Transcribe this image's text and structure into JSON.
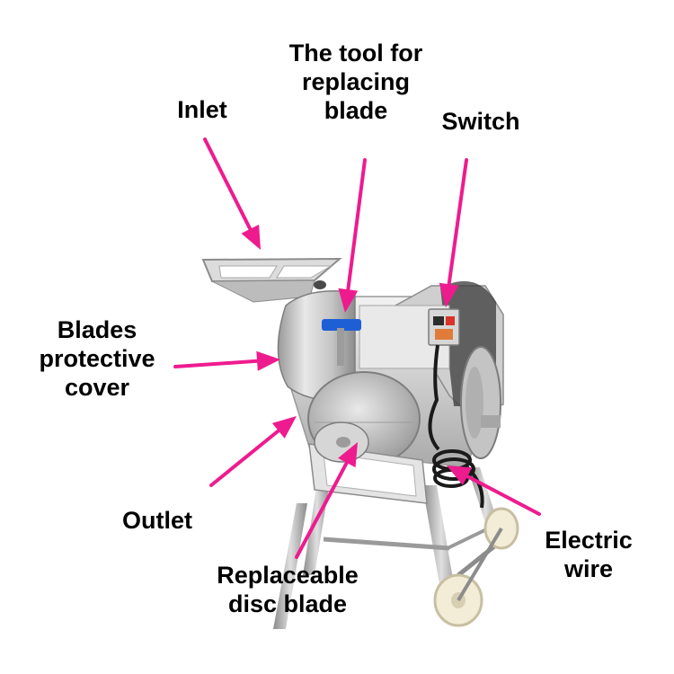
{
  "colors": {
    "arrow": "#ee1b8f",
    "text": "#000000",
    "steel_light": "#e6e6e6",
    "steel_mid": "#bdbdbd",
    "steel_dark": "#8a8a8a",
    "handle_blue": "#1f5fd6",
    "switch_red": "#d9342b",
    "wire_black": "#1a1a1a",
    "wheel": "#f3ecd6"
  },
  "labels": {
    "inlet": [
      "Inlet"
    ],
    "tool": [
      "The tool for",
      "replacing",
      "blade"
    ],
    "switch": [
      "Switch"
    ],
    "cover": [
      "Blades",
      "protective",
      "cover"
    ],
    "outlet": [
      "Outlet"
    ],
    "disc": [
      "Replaceable",
      "disc blade"
    ],
    "wire": [
      "Electric",
      "wire"
    ]
  },
  "icons": {
    "arrow": "arrow-icon",
    "machine": "vegetable-cutter-machine"
  }
}
